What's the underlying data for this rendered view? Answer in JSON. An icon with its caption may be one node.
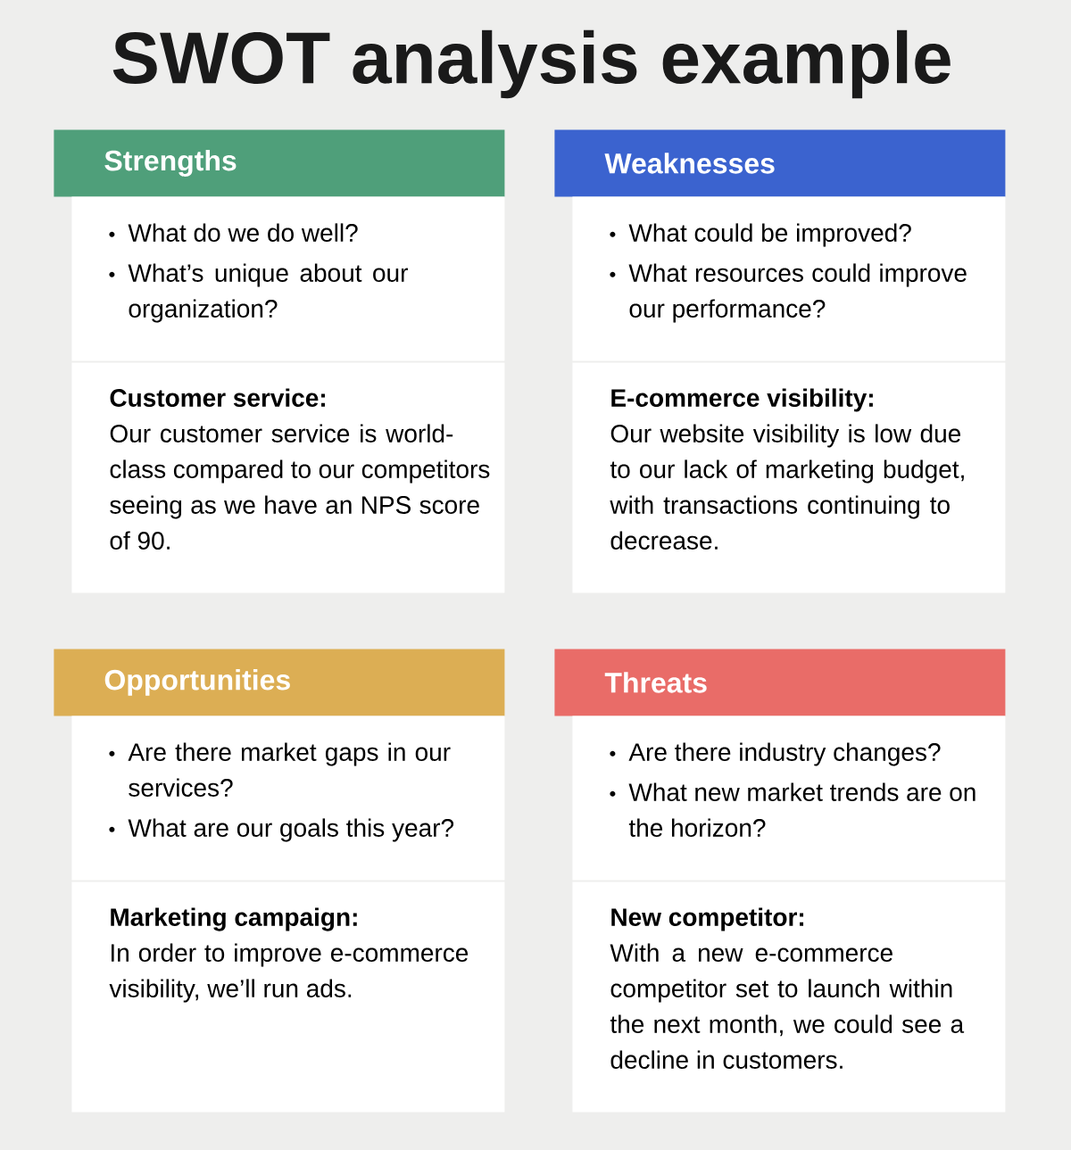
{
  "diagram": {
    "title": "SWOT analysis example",
    "nodes": [
      {
        "text": [
          "Strengths"
        ]
      },
      {
        "text": [
          "What do we do well?",
          "What’s unique about our organization?"
        ]
      },
      {
        "text": [
          "Customer service:",
          "Our customer service is world-class compared to our competitors seeing as we have an NPS score of 90."
        ]
      },
      {
        "text": [
          "Weaknesses"
        ]
      },
      {
        "text": [
          "What could be improved?",
          "What resources could improve our performance?"
        ]
      },
      {
        "text": [
          "E-commerce visibility:",
          "Our website visibility is low due to our lack of marketing budget, with transactions continuing to decrease."
        ]
      },
      {
        "text": [
          "Opportunities"
        ]
      },
      {
        "text": [
          "Are there market gaps in our services?",
          "What are our goals this year?"
        ]
      },
      {
        "text": [
          "Marketing campaign:",
          "In order to improve e-commerce visibility, we’ll run ads."
        ]
      },
      {
        "text": [
          "Threats"
        ]
      },
      {
        "text": [
          "Are there industry changes?",
          "What new market trends are on the horizon?"
        ]
      },
      {
        "text": [
          "New competitor:",
          "With a new e-commerce competitor set to launch within the next month, we could see a decline in customers."
        ]
      }
    ]
  }
}
